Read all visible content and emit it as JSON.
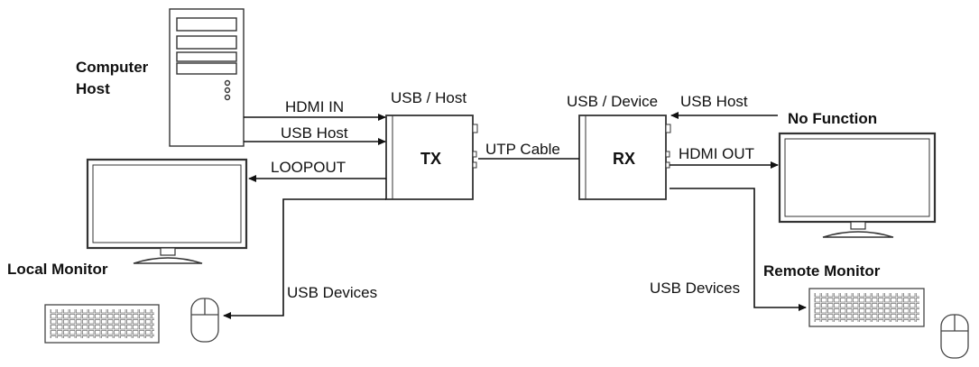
{
  "labels": {
    "computer_host_line1": "Computer",
    "computer_host_line2": "Host",
    "local_monitor": "Local Monitor",
    "remote_monitor": "Remote Monitor",
    "no_function": "No Function",
    "tx": "TX",
    "rx": "RX",
    "hdmi_in": "HDMI IN",
    "usb_host_left": "USB Host",
    "loopout": "LOOPOUT",
    "usb_slash_host": "USB / Host",
    "utp_cable": "UTP Cable",
    "usb_slash_device": "USB / Device",
    "usb_host_right": "USB Host",
    "hdmi_out": "HDMI OUT",
    "usb_devices_left": "USB Devices",
    "usb_devices_right": "USB Devices"
  }
}
